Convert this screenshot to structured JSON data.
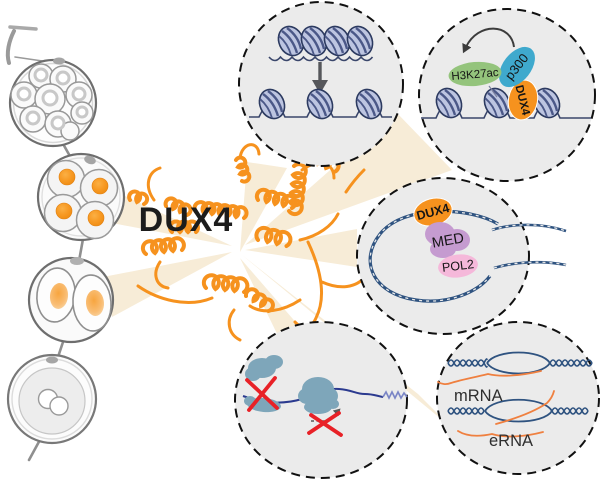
{
  "labels": {
    "protein": "DUX4",
    "acetylation": {
      "h3k27ac": "H3K27ac",
      "p300": "p300",
      "dux4": "DUX4"
    },
    "mediator": {
      "dux4": "DUX4",
      "med": "MED",
      "pol2": "POL2"
    },
    "rna": {
      "mrna": "mRNA",
      "erna": "eRNA"
    }
  },
  "colors": {
    "dux4_orange": "#f6921e",
    "embryo_nucleus_orange": "#f7941d",
    "ray_beige": "#f7ecd7",
    "circle_fill": "#ebebeb",
    "circle_dash": "#111111",
    "nucleosome_fill": "#bdc5e1",
    "nucleosome_stripe": "#4b5888",
    "nucleosome_outline": "#2c3a60",
    "dna_navy": "#2f5380",
    "rna_blue": "#2b3a8f",
    "polya_blue": "#7b86c6",
    "complex_blue": "#7ea6ba",
    "red_x": "#e82127",
    "h3k27ac_green": "#94c47c",
    "p300_blue": "#3fa9cd",
    "med_purple": "#c59bd0",
    "pol2_pink": "#f5b8da",
    "mrna_orange": "#ef8040",
    "arrow_gray": "#56575b",
    "embryo_outline": "#6e6e6e"
  }
}
